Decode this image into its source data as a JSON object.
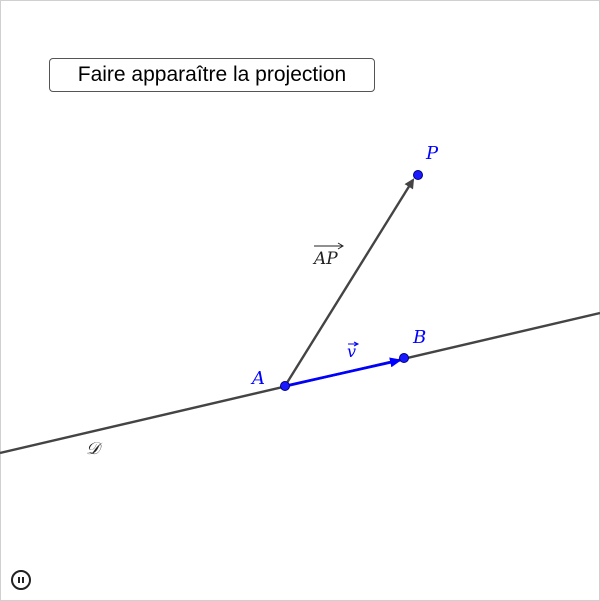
{
  "controls": {
    "toggle_projection_label": "Faire apparaître la projection"
  },
  "labels": {
    "point_p": "P",
    "point_a": "A",
    "point_b": "B",
    "vector_ap": "AP",
    "vector_v": "v",
    "line_d": "𝒟"
  },
  "colors": {
    "blue": "#0000ff",
    "dark_gray": "#444444",
    "point_fill": "#1a1aff"
  },
  "icons": {
    "pause": "pause-icon"
  }
}
